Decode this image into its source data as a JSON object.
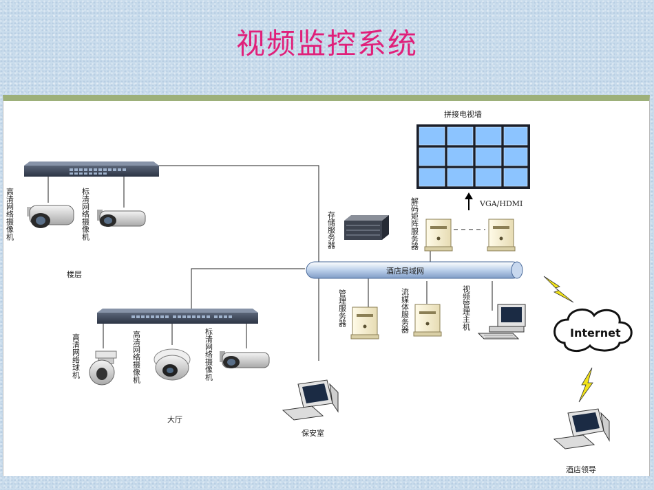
{
  "slide": {
    "title": "视频监控系统"
  },
  "diagram": {
    "video_wall_label": "拼接电视墙",
    "vga_label": "VGA/HDMI",
    "storage_server_label": "存储服务器",
    "decoder_server_label": "解码矩阵服务器",
    "lan_label": "酒店局域网",
    "management_server_label": "管理服务器",
    "streaming_server_label": "流媒体服务器",
    "video_host_label": "视频管理主机",
    "internet_label": "Internet",
    "hotel_leader_label": "酒店领导",
    "security_room_label": "保安室",
    "floor_label": "楼层",
    "lobby_label": "大厅",
    "floor_hd_camera_label": "高清网络摄像机",
    "floor_sd_camera_label": "标清网络摄像机",
    "lobby_dome_camera_label": "高清网络球机",
    "lobby_hd_camera_label": "高清网络摄像机",
    "lobby_sd_camera_label": "标清网络摄像机"
  }
}
